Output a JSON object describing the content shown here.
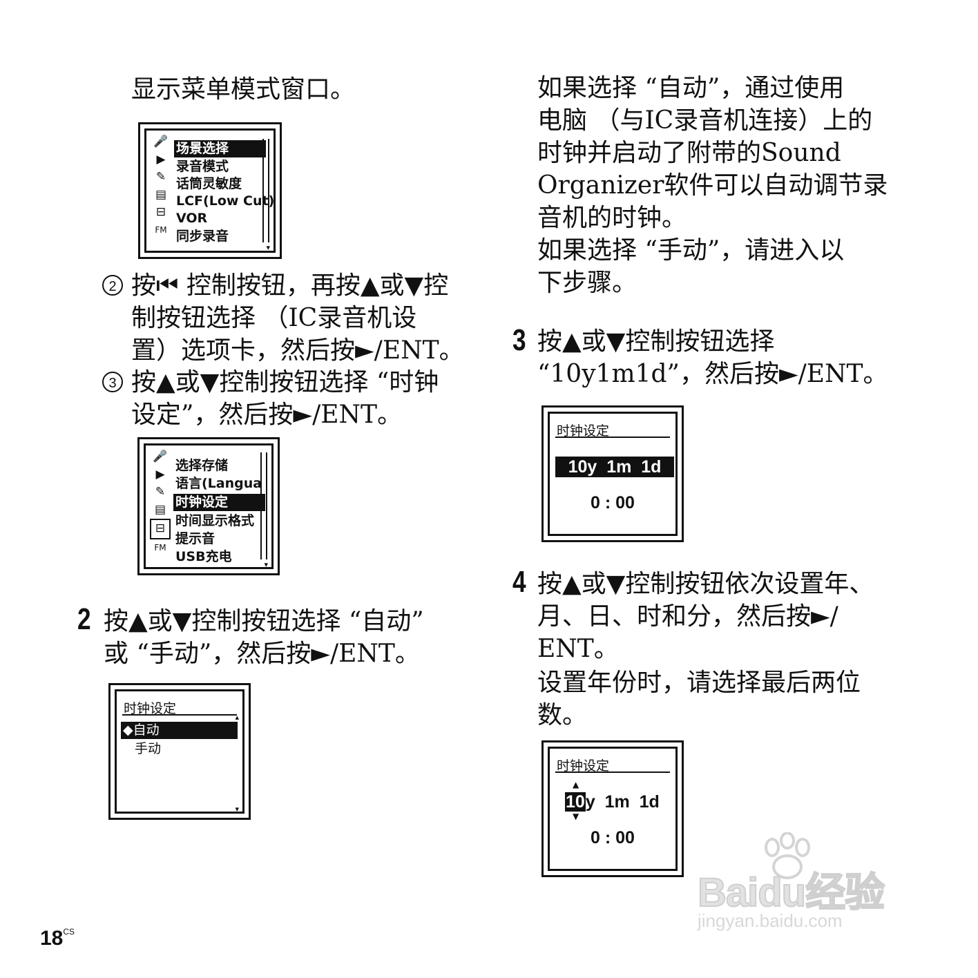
{
  "left_column": {
    "intro": "显示菜单模式窗口。",
    "screen1": {
      "icons": [
        "microphone-icon",
        "play-icon",
        "edit-icon",
        "display-icon",
        "toolbox-icon",
        "fm-icon"
      ],
      "items": [
        "场景选择",
        "录音模式",
        "话筒灵敏度",
        "LCF(Low Cut)",
        "VOR",
        "同步录音"
      ],
      "selected_index": 0
    },
    "sub2": {
      "num": "②",
      "lines": [
        "按⏮ 控制按钮，再按▲或▼控",
        "制按钮选择 （IC录音机设",
        "置）选项卡，然后按►/ENT。"
      ]
    },
    "sub3": {
      "num": "③",
      "lines": [
        "按▲或▼控制按钮选择 “时钟",
        "设定”，然后按►/ENT。"
      ]
    },
    "screen2": {
      "items": [
        "选择存储",
        "语言(Langua",
        "时钟设定",
        "时间显示格式",
        "提示音",
        "USB充电"
      ],
      "selected_index": 2
    },
    "step2": {
      "num": "2",
      "lines": [
        "按▲或▼控制按钮选择 “自动”",
        "或 “手动”，然后按►/ENT。"
      ]
    },
    "screen3": {
      "title": "时钟设定",
      "options": [
        "◆自动",
        "手动"
      ],
      "selected_index": 0
    }
  },
  "right_column": {
    "para1": [
      "如果选择 “自动”，通过使用",
      "电脑 （与IC录音机连接）上的",
      "时钟并启动了附带的Sound",
      "Organizer软件可以自动调节录",
      "音机的时钟。"
    ],
    "para2": [
      "如果选择 “手动”，请进入以",
      "下步骤。"
    ],
    "step3": {
      "num": "3",
      "lines": [
        "按▲或▼控制按钮选择",
        "“10y1m1d”，然后按►/ENT。"
      ]
    },
    "screen4": {
      "title": "时钟设定",
      "date": "10y  1m  1d",
      "time": "0 : 00"
    },
    "step4": {
      "num": "4",
      "lines": [
        "按▲或▼控制按钮依次设置年、",
        "月、日、时和分，然后按►/",
        "ENT。"
      ]
    },
    "para3": [
      "设置年份时，请选择最后两位",
      "数。"
    ],
    "screen5": {
      "title": "时钟设定",
      "date_year": "10",
      "date_rest": "y  1m  1d",
      "time": "0 : 00"
    }
  },
  "footer": {
    "page_number": "18",
    "page_suffix": "CS"
  },
  "watermark": {
    "brand": "Baidu经验",
    "url": "jingyan.baidu.com"
  }
}
